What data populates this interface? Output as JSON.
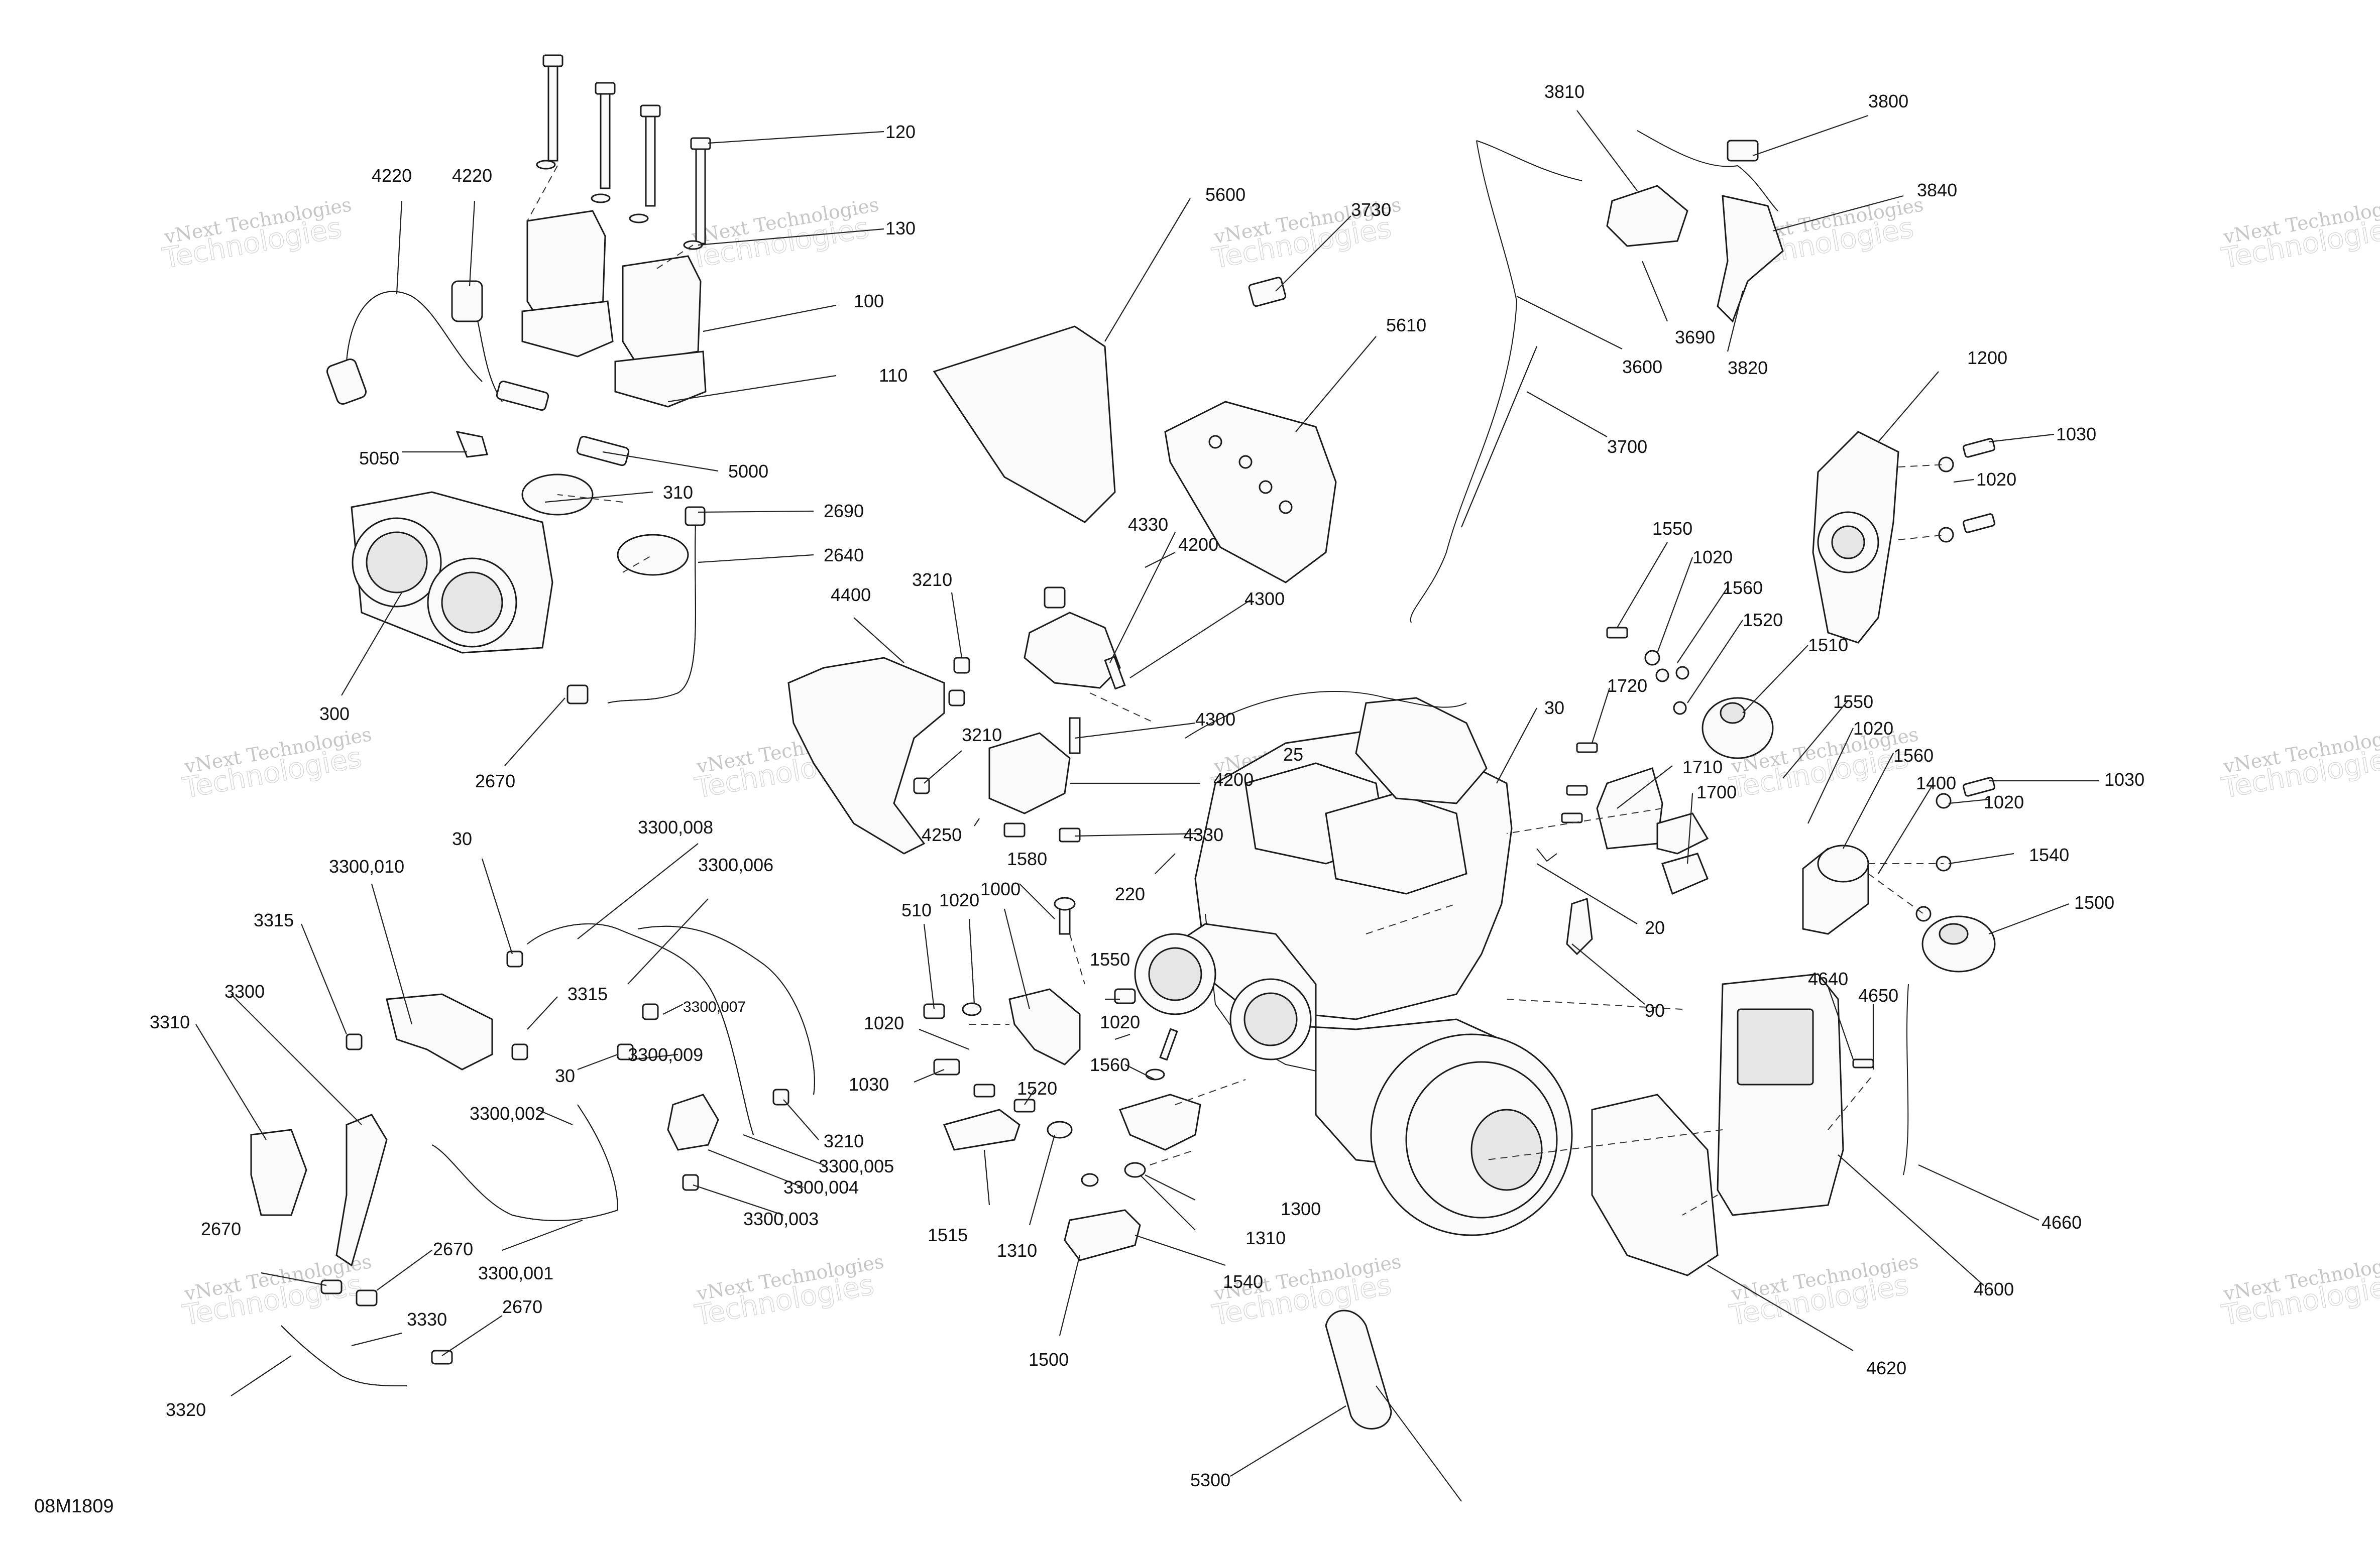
{
  "diagram": {
    "reference": "08M1809",
    "watermark": {
      "line1": "vNext Technologies",
      "line2": "Technologies"
    },
    "callouts": [
      {
        "id": "c120",
        "text": "120"
      },
      {
        "id": "c130",
        "text": "130"
      },
      {
        "id": "c100",
        "text": "100"
      },
      {
        "id": "c110",
        "text": "110"
      },
      {
        "id": "c4220a",
        "text": "4220"
      },
      {
        "id": "c4220b",
        "text": "4220"
      },
      {
        "id": "c5050",
        "text": "5050"
      },
      {
        "id": "c5000",
        "text": "5000"
      },
      {
        "id": "c310",
        "text": "310"
      },
      {
        "id": "c2690",
        "text": "2690"
      },
      {
        "id": "c2640",
        "text": "2640"
      },
      {
        "id": "c300",
        "text": "300"
      },
      {
        "id": "c2670a",
        "text": "2670"
      },
      {
        "id": "c5600",
        "text": "5600"
      },
      {
        "id": "c3730",
        "text": "3730"
      },
      {
        "id": "c5610",
        "text": "5610"
      },
      {
        "id": "c4330a",
        "text": "4330"
      },
      {
        "id": "c4200a",
        "text": "4200"
      },
      {
        "id": "c4300a",
        "text": "4300"
      },
      {
        "id": "c4400",
        "text": "4400"
      },
      {
        "id": "c3210a",
        "text": "3210"
      },
      {
        "id": "c3210b",
        "text": "3210"
      },
      {
        "id": "c4300b",
        "text": "4300"
      },
      {
        "id": "c4200b",
        "text": "4200"
      },
      {
        "id": "c4250",
        "text": "4250"
      },
      {
        "id": "c4330b",
        "text": "4330"
      },
      {
        "id": "c220",
        "text": "220"
      },
      {
        "id": "c25",
        "text": "25"
      },
      {
        "id": "c3810",
        "text": "3810"
      },
      {
        "id": "c3800",
        "text": "3800"
      },
      {
        "id": "c3840",
        "text": "3840"
      },
      {
        "id": "c3600",
        "text": "3600"
      },
      {
        "id": "c3690",
        "text": "3690"
      },
      {
        "id": "c3820",
        "text": "3820"
      },
      {
        "id": "c3700",
        "text": "3700"
      },
      {
        "id": "c1200",
        "text": "1200"
      },
      {
        "id": "c1030a",
        "text": "1030"
      },
      {
        "id": "c1020a",
        "text": "1020"
      },
      {
        "id": "c1550a",
        "text": "1550"
      },
      {
        "id": "c1020b",
        "text": "1020"
      },
      {
        "id": "c1560a",
        "text": "1560"
      },
      {
        "id": "c1520a",
        "text": "1520"
      },
      {
        "id": "c1510",
        "text": "1510"
      },
      {
        "id": "c30a",
        "text": "30"
      },
      {
        "id": "c1720",
        "text": "1720"
      },
      {
        "id": "c1550b",
        "text": "1550"
      },
      {
        "id": "c1020c",
        "text": "1020"
      },
      {
        "id": "c1560b",
        "text": "1560"
      },
      {
        "id": "c1400",
        "text": "1400"
      },
      {
        "id": "c1030b",
        "text": "1030"
      },
      {
        "id": "c1020d",
        "text": "1020"
      },
      {
        "id": "c1710",
        "text": "1710"
      },
      {
        "id": "c1700",
        "text": "1700"
      },
      {
        "id": "c1540a",
        "text": "1540"
      },
      {
        "id": "c1500a",
        "text": "1500"
      },
      {
        "id": "c20",
        "text": "20"
      },
      {
        "id": "c90",
        "text": "90"
      },
      {
        "id": "c4640",
        "text": "4640"
      },
      {
        "id": "c4650",
        "text": "4650"
      },
      {
        "id": "c4660",
        "text": "4660"
      },
      {
        "id": "c4600",
        "text": "4600"
      },
      {
        "id": "c4620",
        "text": "4620"
      },
      {
        "id": "c30b",
        "text": "30"
      },
      {
        "id": "c3300_008",
        "text": "3300,008"
      },
      {
        "id": "c3300_010",
        "text": "3300,010"
      },
      {
        "id": "c3300_006",
        "text": "3300,006"
      },
      {
        "id": "c3315a",
        "text": "3315"
      },
      {
        "id": "c3300",
        "text": "3300"
      },
      {
        "id": "c3315b",
        "text": "3315"
      },
      {
        "id": "c3300_007",
        "text": "3300,007"
      },
      {
        "id": "c3310",
        "text": "3310"
      },
      {
        "id": "c3300_009",
        "text": "3300,009"
      },
      {
        "id": "c30c",
        "text": "30"
      },
      {
        "id": "c3300_002",
        "text": "3300,002"
      },
      {
        "id": "c3210c",
        "text": "3210"
      },
      {
        "id": "c3300_005",
        "text": "3300,005"
      },
      {
        "id": "c3300_004",
        "text": "3300,004"
      },
      {
        "id": "c3300_003",
        "text": "3300,003"
      },
      {
        "id": "c2670b",
        "text": "2670"
      },
      {
        "id": "c2670c",
        "text": "2670"
      },
      {
        "id": "c3300_001",
        "text": "3300,001"
      },
      {
        "id": "c2670d",
        "text": "2670"
      },
      {
        "id": "c3330",
        "text": "3330"
      },
      {
        "id": "c3320",
        "text": "3320"
      },
      {
        "id": "c1580",
        "text": "1580"
      },
      {
        "id": "c510",
        "text": "510"
      },
      {
        "id": "c1020e",
        "text": "1020"
      },
      {
        "id": "c1000",
        "text": "1000"
      },
      {
        "id": "c1550c",
        "text": "1550"
      },
      {
        "id": "c1020f",
        "text": "1020"
      },
      {
        "id": "c1020g",
        "text": "1020"
      },
      {
        "id": "c1030c",
        "text": "1030"
      },
      {
        "id": "c1560c",
        "text": "1560"
      },
      {
        "id": "c1520b",
        "text": "1520"
      },
      {
        "id": "c1515",
        "text": "1515"
      },
      {
        "id": "c1310a",
        "text": "1310"
      },
      {
        "id": "c1300",
        "text": "1300"
      },
      {
        "id": "c1310b",
        "text": "1310"
      },
      {
        "id": "c1540b",
        "text": "1540"
      },
      {
        "id": "c1500b",
        "text": "1500"
      },
      {
        "id": "c5300",
        "text": "5300"
      }
    ]
  }
}
